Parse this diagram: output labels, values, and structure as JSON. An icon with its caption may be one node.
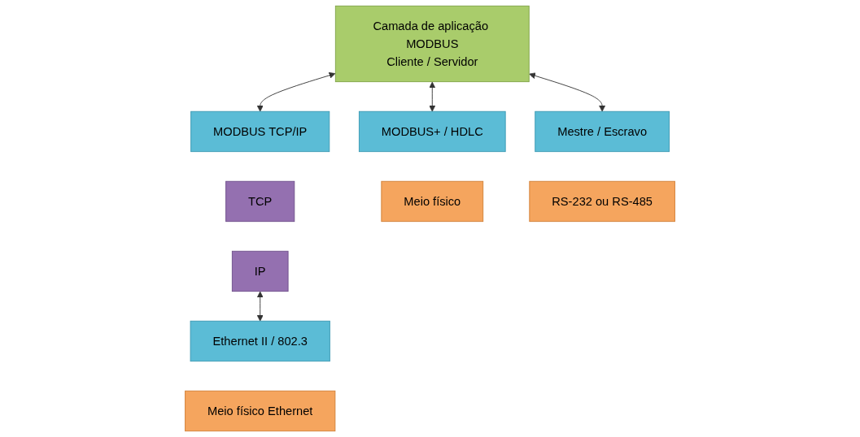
{
  "diagram": {
    "nodes": [
      {
        "text": [
          "Camada de aplicação MODBUS",
          "Cliente / Servidor"
        ]
      },
      {
        "text": [
          "MODBUS TCP/IP"
        ]
      },
      {
        "text": [
          "TCP"
        ]
      },
      {
        "text": [
          "IP"
        ]
      },
      {
        "text": [
          "MODBUS+ / HDLC"
        ]
      },
      {
        "text": [
          "Mestre / Escravo"
        ]
      },
      {
        "text": [
          "Ethernet II / 802.3"
        ]
      },
      {
        "text": [
          "Meio físico"
        ]
      },
      {
        "text": [
          "RS-232 ou RS-485"
        ]
      },
      {
        "text": [
          "Meio físico Ethernet"
        ]
      }
    ],
    "edges": [
      {
        "from": 0,
        "to": 4,
        "arrow": "both"
      },
      {
        "from": 0,
        "to": 5,
        "arrow": "both"
      },
      {
        "from": 0,
        "to": 1,
        "arrow": "both"
      },
      {
        "from": 3,
        "to": 6,
        "arrow": "both"
      }
    ]
  }
}
